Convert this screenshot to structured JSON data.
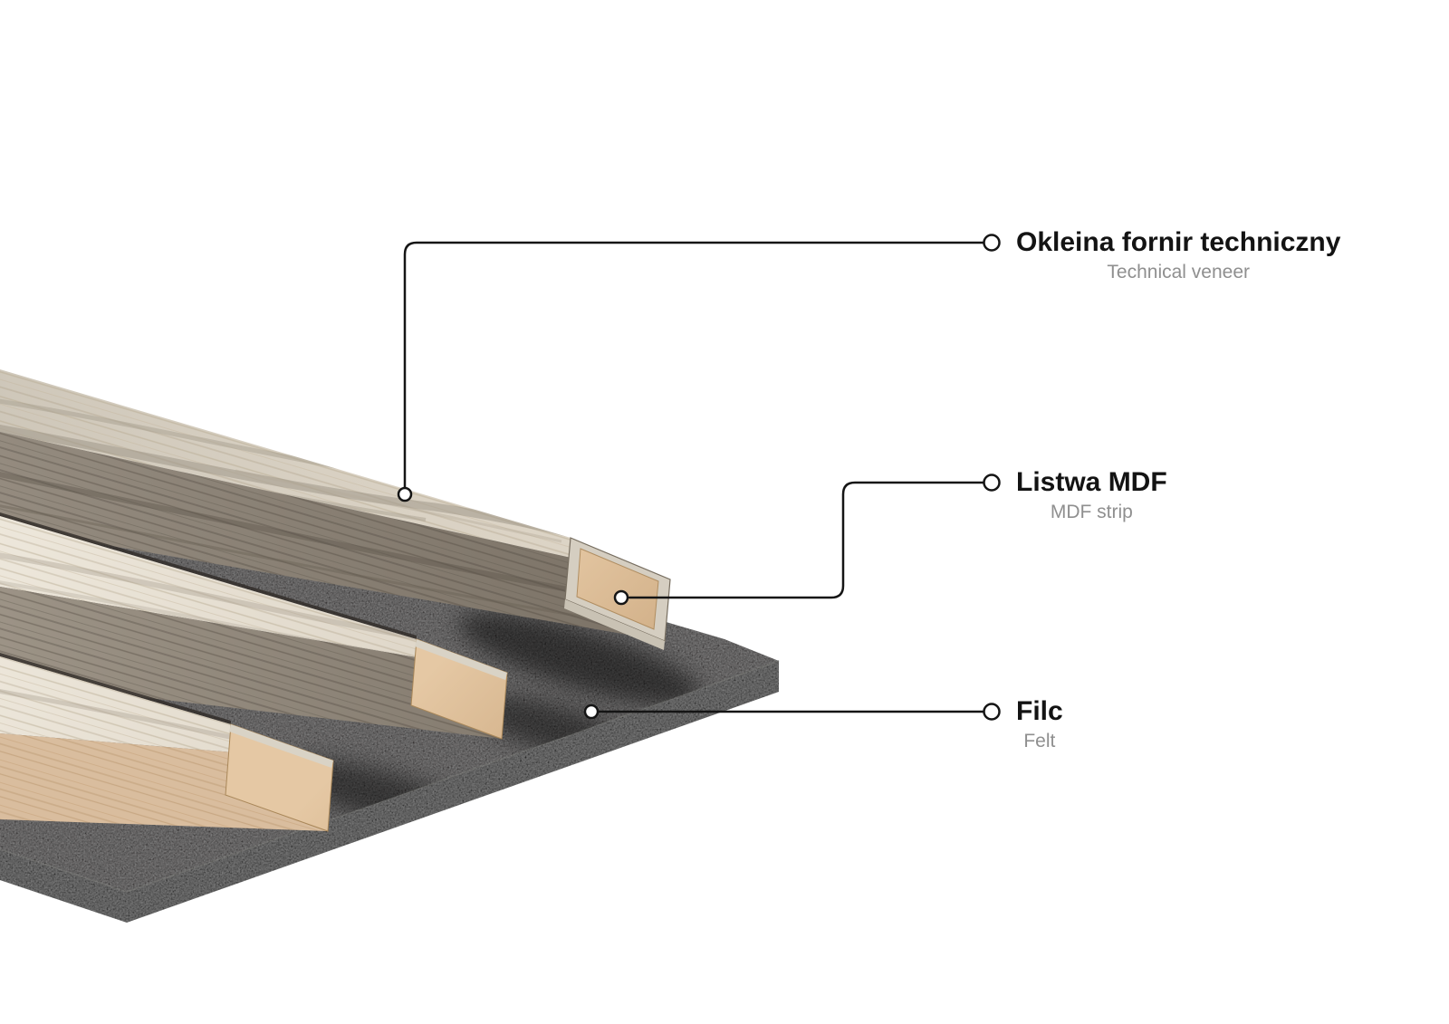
{
  "diagram": {
    "callouts": [
      {
        "id": "veneer",
        "title": "Okleina fornir techniczny",
        "subtitle": "Technical veneer"
      },
      {
        "id": "mdf",
        "title": "Listwa MDF",
        "subtitle": "MDF strip"
      },
      {
        "id": "felt",
        "title": "Filc",
        "subtitle": "Felt"
      }
    ],
    "colors": {
      "background": "#ffffff",
      "label_title": "#131313",
      "label_subtitle": "#8f8f8f",
      "callout_line": "#151515",
      "wood_top": "#e9e2d4",
      "wood_side_gray": "#8a8175",
      "wood_side_tan": "#d9bd9e",
      "mdf_core": "#ddbd97",
      "veneer_edge": "#d5cec1",
      "felt": "#2c2b2a"
    }
  }
}
